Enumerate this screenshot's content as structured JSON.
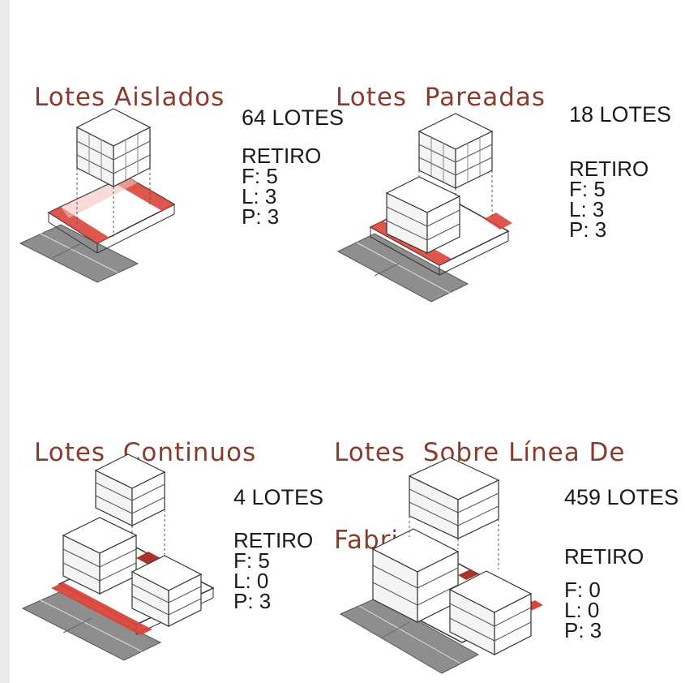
{
  "colors": {
    "title": "#8a3b2c",
    "setback_band": "#d9453a",
    "road": "#8e8e8e",
    "building_line": "#3a3a3a"
  },
  "quadrants": [
    {
      "title_lines": [
        "Lotes Aislados"
      ],
      "lots": "64 LOTES",
      "retiro_label": "RETIRO",
      "setbacks": [
        "F: 5",
        "L: 3",
        "P: 3"
      ]
    },
    {
      "title_lines": [
        "Lotes  Pareadas"
      ],
      "lots": "18 LOTES",
      "retiro_label": "RETIRO",
      "setbacks": [
        "F: 5",
        "L: 3",
        "P: 3"
      ]
    },
    {
      "title_lines": [
        "Lotes  Continuos"
      ],
      "lots": "4 LOTES",
      "retiro_label": "RETIRO",
      "setbacks": [
        "F: 5",
        "L: 0",
        "P: 3"
      ]
    },
    {
      "title_lines": [
        "Lotes  Sobre Línea De",
        "Fabrica"
      ],
      "lots": "459 LOTES",
      "retiro_label": "RETIRO",
      "setbacks": [
        "F: 0",
        "L: 0",
        "P: 3"
      ]
    }
  ]
}
